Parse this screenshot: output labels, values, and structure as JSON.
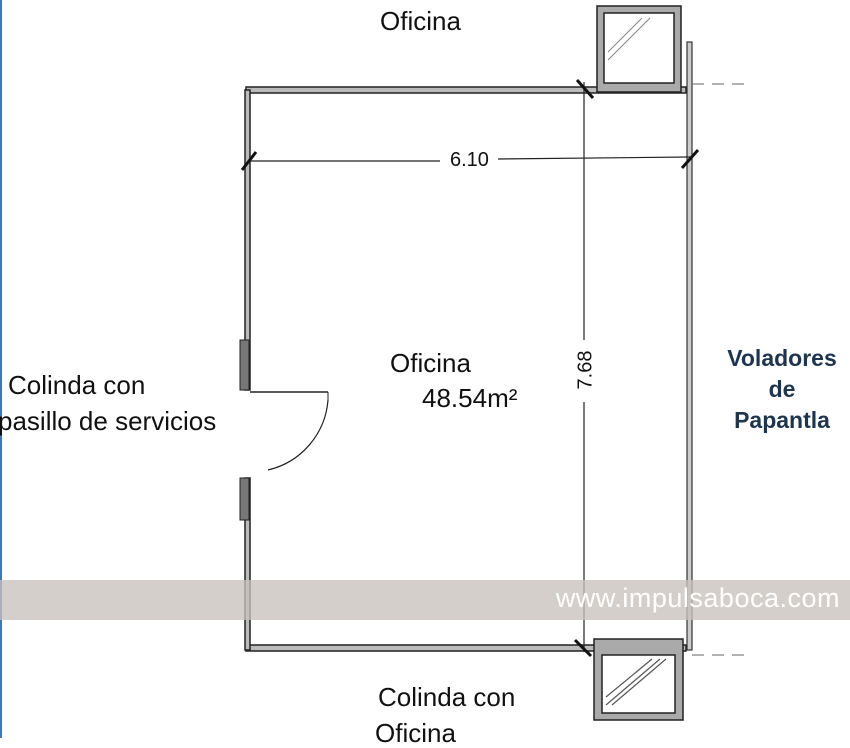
{
  "labels": {
    "top_neighbor": "Oficina",
    "room_name": "Oficina",
    "room_area": "48.54m²",
    "left_neighbor_line1": "Colinda con",
    "left_neighbor_line2": "pasillo de servicios",
    "bottom_neighbor_line1": "Colinda con",
    "bottom_neighbor_line2": "Oficina",
    "right_line1": "Voladores",
    "right_line2": "de",
    "right_line3": "Papantla"
  },
  "dimensions": {
    "width": "6.10",
    "length": "7.68"
  },
  "watermark": "www.impulsaboca.com",
  "colors": {
    "right_label": "#1e3550",
    "watermark_band": "#c8c1bb"
  }
}
